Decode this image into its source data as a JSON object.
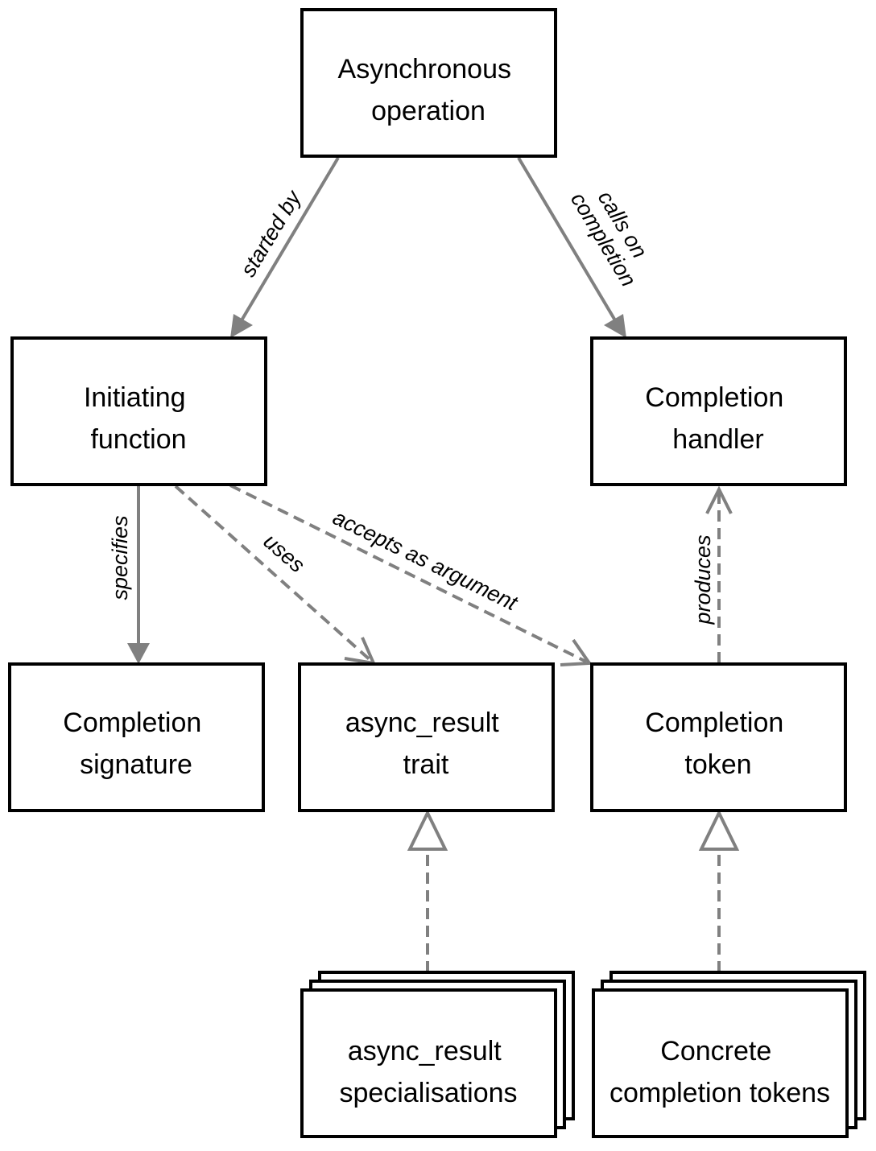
{
  "nodes": {
    "async_operation": [
      "Asynchronous",
      "operation"
    ],
    "initiating_function": [
      "Initiating",
      "function"
    ],
    "completion_handler": [
      "Completion",
      "handler"
    ],
    "completion_signature": [
      "Completion",
      "signature"
    ],
    "async_result_trait": [
      "async_result",
      "trait"
    ],
    "completion_token": [
      "Completion",
      "token"
    ],
    "async_result_specialisations": [
      "async_result",
      "specialisations"
    ],
    "concrete_completion_tokens": [
      "Concrete",
      "completion tokens"
    ]
  },
  "edges": {
    "started_by": "started by",
    "calls_on_completion": [
      "calls on",
      "completion"
    ],
    "specifies": "specifies",
    "uses": "uses",
    "accepts_as_argument": "accepts as argument",
    "produces": "produces"
  },
  "colors": {
    "arrow": "#808080",
    "box_border": "#000000",
    "text": "#000000"
  }
}
